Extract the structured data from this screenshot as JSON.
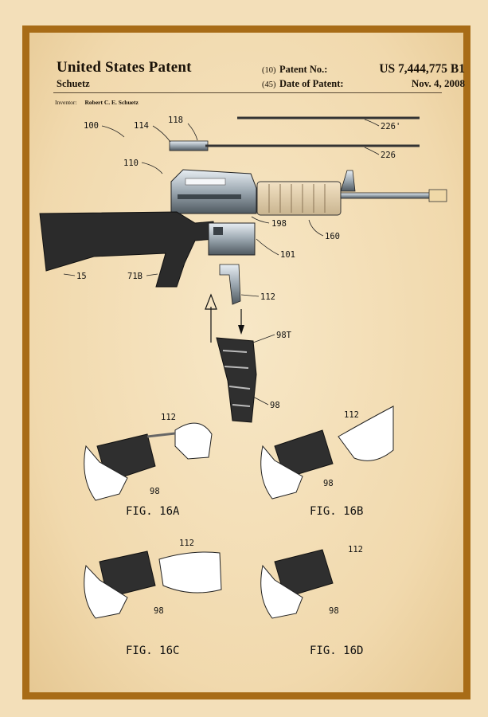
{
  "header": {
    "title": "United States Patent",
    "inventor_surname": "Schuetz",
    "patent_no_code": "(10)",
    "patent_no_label": "Patent No.:",
    "patent_no_value": "US 7,444,775 B1",
    "date_code": "(45)",
    "date_label": "Date of Patent:",
    "date_value": "Nov. 4, 2008",
    "inventor_label": "Inventor:",
    "inventor_name": "Robert C. E. Schuetz"
  },
  "refs": {
    "r100": "100",
    "r114": "114",
    "r118": "118",
    "r110": "110",
    "r226p": "226'",
    "r226": "226",
    "r198": "198",
    "r160": "160",
    "r101": "101",
    "r15": "15",
    "r71b": "71B",
    "r112": "112",
    "r98t": "98T",
    "r98": "98"
  },
  "figures": {
    "a": "FIG. 16A",
    "b": "FIG. 16B",
    "c": "FIG. 16C",
    "d": "FIG. 16D"
  },
  "colors": {
    "border": "#a86c17",
    "paper": "#f3dfb9"
  }
}
